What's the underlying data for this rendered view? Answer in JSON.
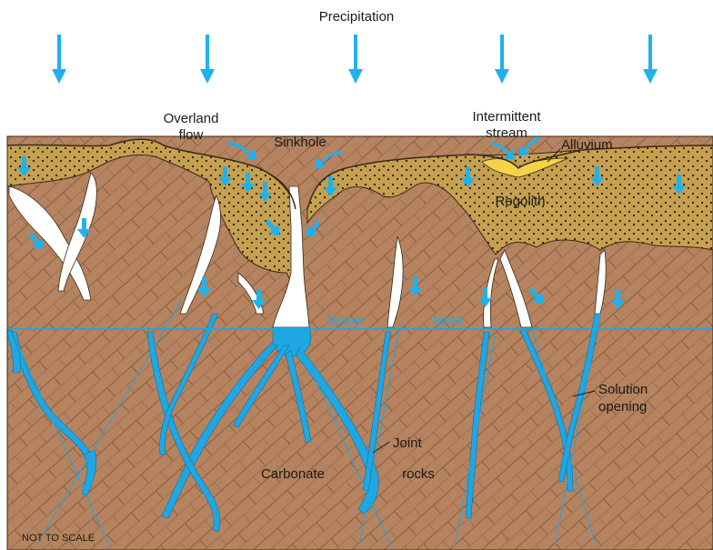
{
  "labels": {
    "precipitation": "Precipitation",
    "overland_flow_line1": "Overland",
    "overland_flow_line2": "flow",
    "sinkhole": "Sinkhole",
    "intermittent_line1": "Intermittent",
    "intermittent_line2": "stream",
    "alluvium": "Alluvium",
    "regolith": "Regolith",
    "water": "Water",
    "table": "table",
    "solution_line1": "Solution",
    "solution_line2": "opening",
    "joint": "Joint",
    "carbonate": "Carbonate",
    "rocks": "rocks",
    "not_to_scale": "NOT TO SCALE"
  },
  "colors": {
    "rock": "#b5835f",
    "rock_pattern": "#8c5e3f",
    "regolith": "#c4a050",
    "alluvium": "#f5d24a",
    "water": "#1fa7e3",
    "arrow": "#1fb2ec",
    "void": "#ffffff",
    "outline": "#3a2a1a"
  }
}
